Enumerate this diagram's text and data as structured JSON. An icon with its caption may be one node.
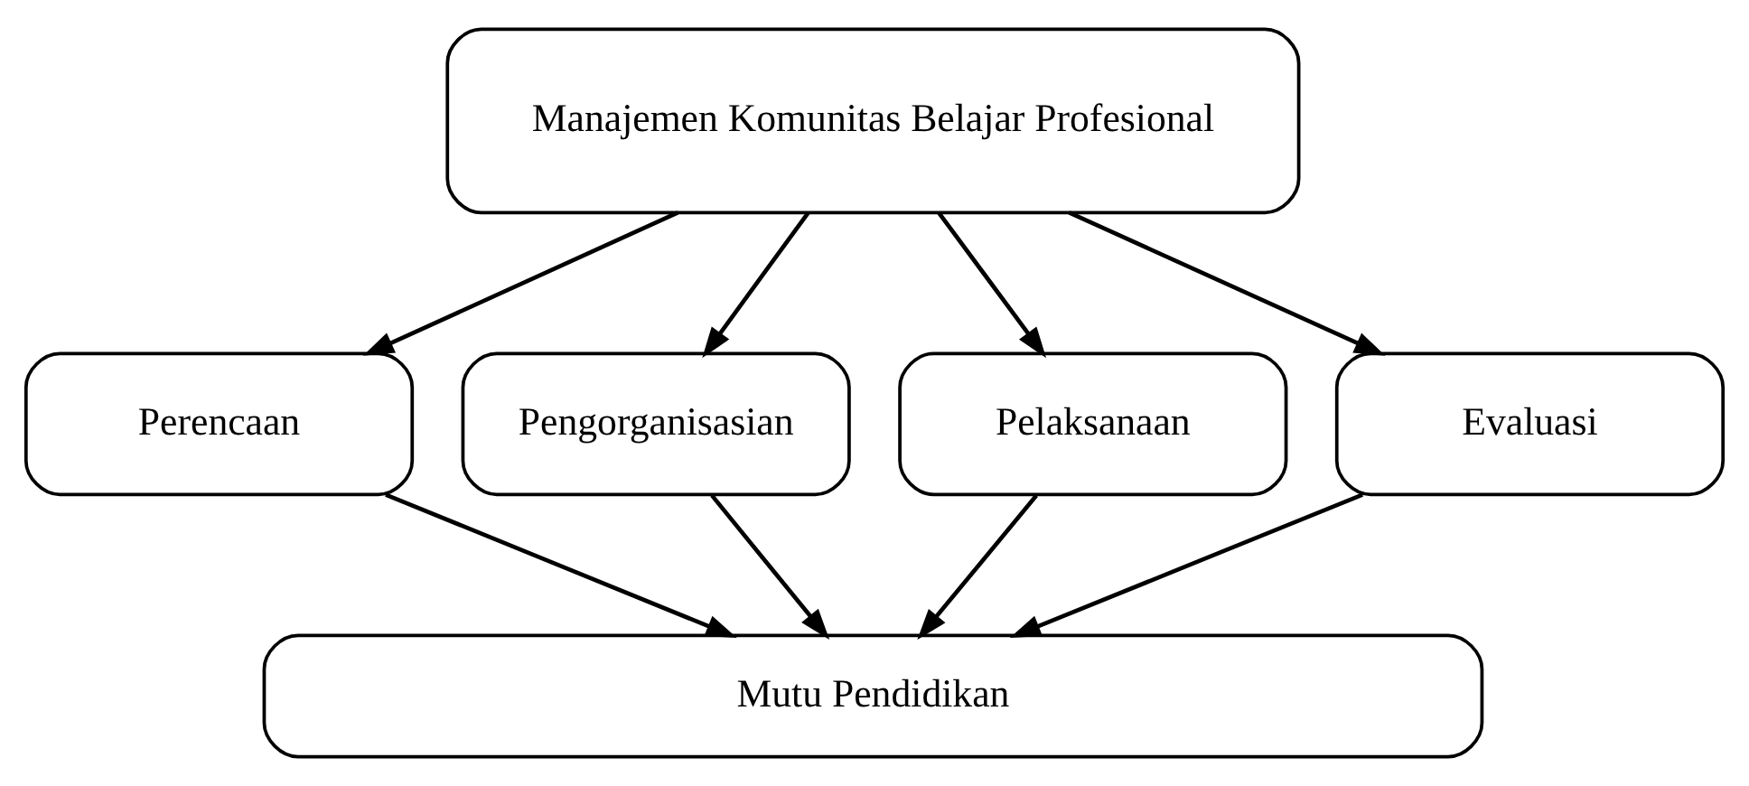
{
  "diagram": {
    "nodes": [
      {
        "text": [
          "Manajemen Komunitas Belajar Profesional"
        ]
      },
      {
        "text": [
          "Perencaan"
        ]
      },
      {
        "text": [
          "Pengorganisasian"
        ]
      },
      {
        "text": [
          "Pelaksanaan"
        ]
      },
      {
        "text": [
          "Evaluasi"
        ]
      },
      {
        "text": [
          "Mutu Pendidikan"
        ]
      }
    ],
    "edges": [
      {
        "from": 0,
        "to": 1,
        "arrow": "to"
      },
      {
        "from": 0,
        "to": 2,
        "arrow": "to"
      },
      {
        "from": 0,
        "to": 3,
        "arrow": "to"
      },
      {
        "from": 0,
        "to": 4,
        "arrow": "to"
      },
      {
        "from": 1,
        "to": 5,
        "arrow": "to"
      },
      {
        "from": 2,
        "to": 5,
        "arrow": "to"
      },
      {
        "from": 3,
        "to": 5,
        "arrow": "to"
      },
      {
        "from": 4,
        "to": 5,
        "arrow": "to"
      }
    ]
  }
}
